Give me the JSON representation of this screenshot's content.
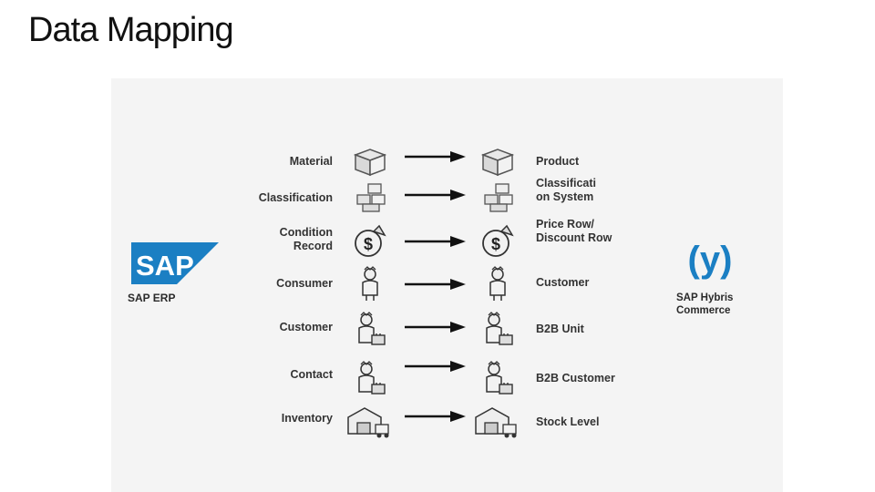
{
  "title": "Data Mapping",
  "source": {
    "caption": "SAP ERP",
    "logo_text": "SAP",
    "logo_color": "#1b7fc3"
  },
  "target": {
    "caption": "SAP Hybris\nCommerce",
    "logo_glyph": "(y)",
    "logo_color": "#1b7fc3"
  },
  "mappings": [
    {
      "from": "Material",
      "to": "Product",
      "icon": "box-icon"
    },
    {
      "from": "Classification",
      "to": "Classificati\non System",
      "icon": "stacked-boxes-icon"
    },
    {
      "from": "Condition\nRecord",
      "to": "Price Row/\nDiscount Row",
      "icon": "money-bag-icon"
    },
    {
      "from": "Consumer",
      "to": "Customer",
      "icon": "person-icon"
    },
    {
      "from": "Customer",
      "to": "B2B Unit",
      "icon": "person-with-briefcase-icon"
    },
    {
      "from": "Contact",
      "to": "B2B Customer",
      "icon": "person-with-briefcase-icon"
    },
    {
      "from": "Inventory",
      "to": "Stock Level",
      "icon": "warehouse-truck-icon"
    }
  ]
}
